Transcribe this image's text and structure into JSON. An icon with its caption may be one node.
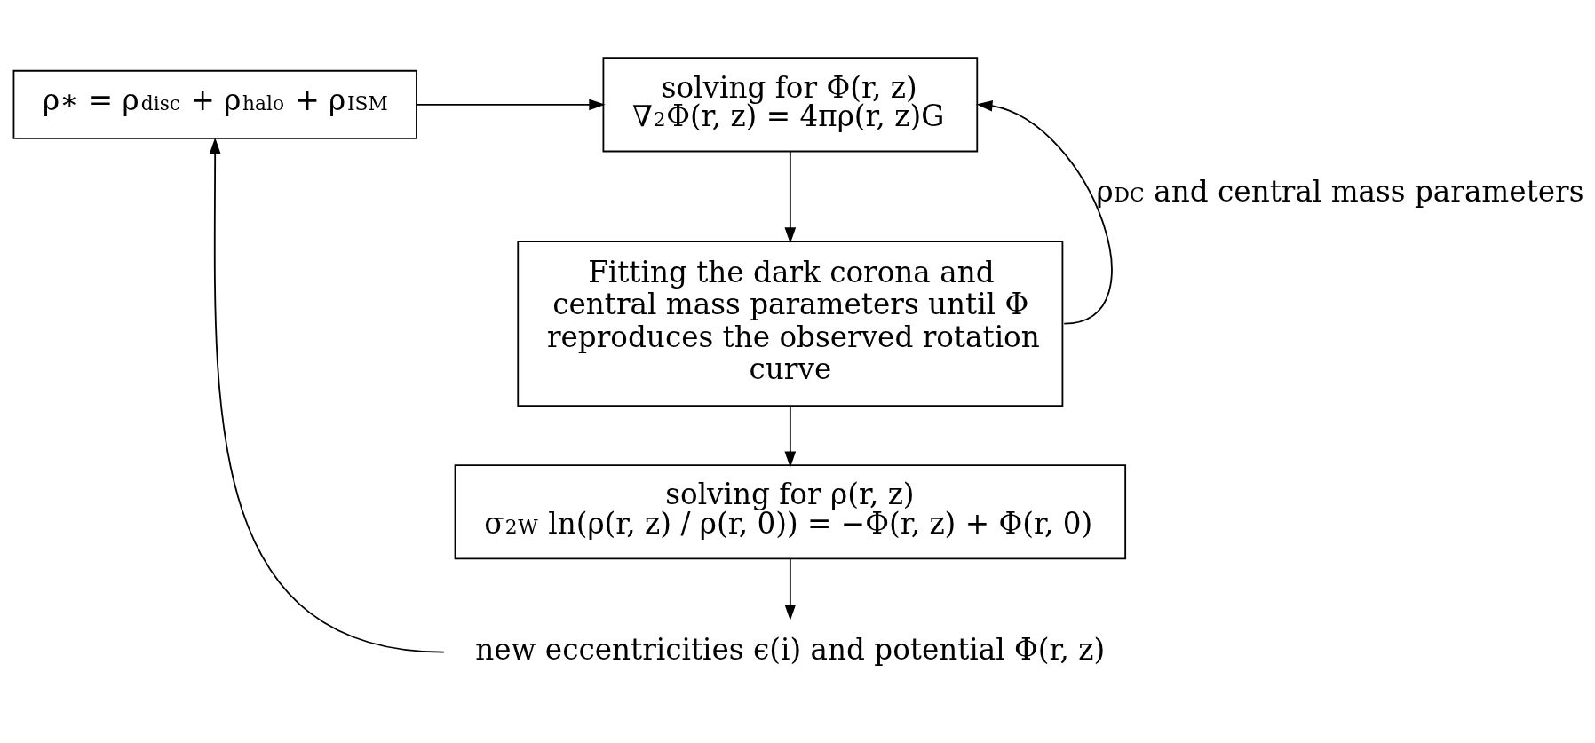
{
  "diagram": {
    "nodes": [
      {
        "text": [
          "ρ∗ = ρ$_{disc}$ + ρ$_{halo}$ + ρ$_{ISM}$"
        ]
      },
      {
        "text": [
          "solving for Φ(r, z)",
          "∇$^{2}$Φ(r, z) = 4πρ(r, z)G"
        ]
      },
      {
        "text": [
          "Fitting the dark corona and central mass parameters until Φ reproduces the observed rotation curve"
        ]
      },
      {
        "text": [
          "solving for ρ(r, z)",
          "σ$^{2}$$_{W}$ ln(ρ(r, z) / ρ(r, 0)) = −Φ(r, z) + Φ(r, 0)"
        ]
      },
      {
        "text": [
          "new eccentricities ϵ(i) and potential Φ(r, z)"
        ]
      }
    ],
    "edges": [
      {
        "from": 0,
        "to": 1,
        "arrow": "to"
      },
      {
        "from": 1,
        "to": 2,
        "arrow": "to"
      },
      {
        "from": 2,
        "to": 3,
        "arrow": "to"
      },
      {
        "from": 3,
        "to": 4,
        "arrow": "to"
      },
      {
        "from": 4,
        "to": 0,
        "arrow": "to"
      },
      {
        "from": 2,
        "to": 1,
        "arrow": "to",
        "label": "ρ$_{DC}$ and central mass parameters"
      }
    ]
  }
}
